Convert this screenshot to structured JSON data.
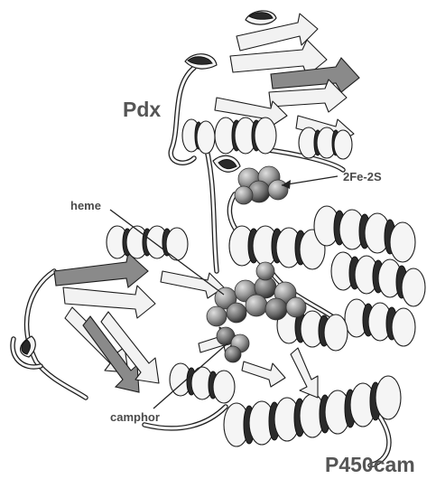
{
  "figure": {
    "labels": {
      "pdx": "Pdx",
      "fes": "2Fe-2S",
      "heme": "heme",
      "camphor": "camphor",
      "p450": "P450cam"
    },
    "colors": {
      "ribbon_light": "#f3f3f3",
      "ribbon_dark": "#2a2a2a",
      "sphere": "#9a9a9a",
      "label_text": "#4a4a4a"
    }
  }
}
